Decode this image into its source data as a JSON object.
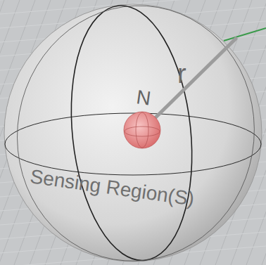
{
  "diagram": {
    "nodes": [
      {
        "text": [
          "Sensing Region(S)"
        ]
      },
      {
        "text": [
          "N"
        ],
        "in": 0
      }
    ],
    "labels": [
      "r"
    ]
  }
}
